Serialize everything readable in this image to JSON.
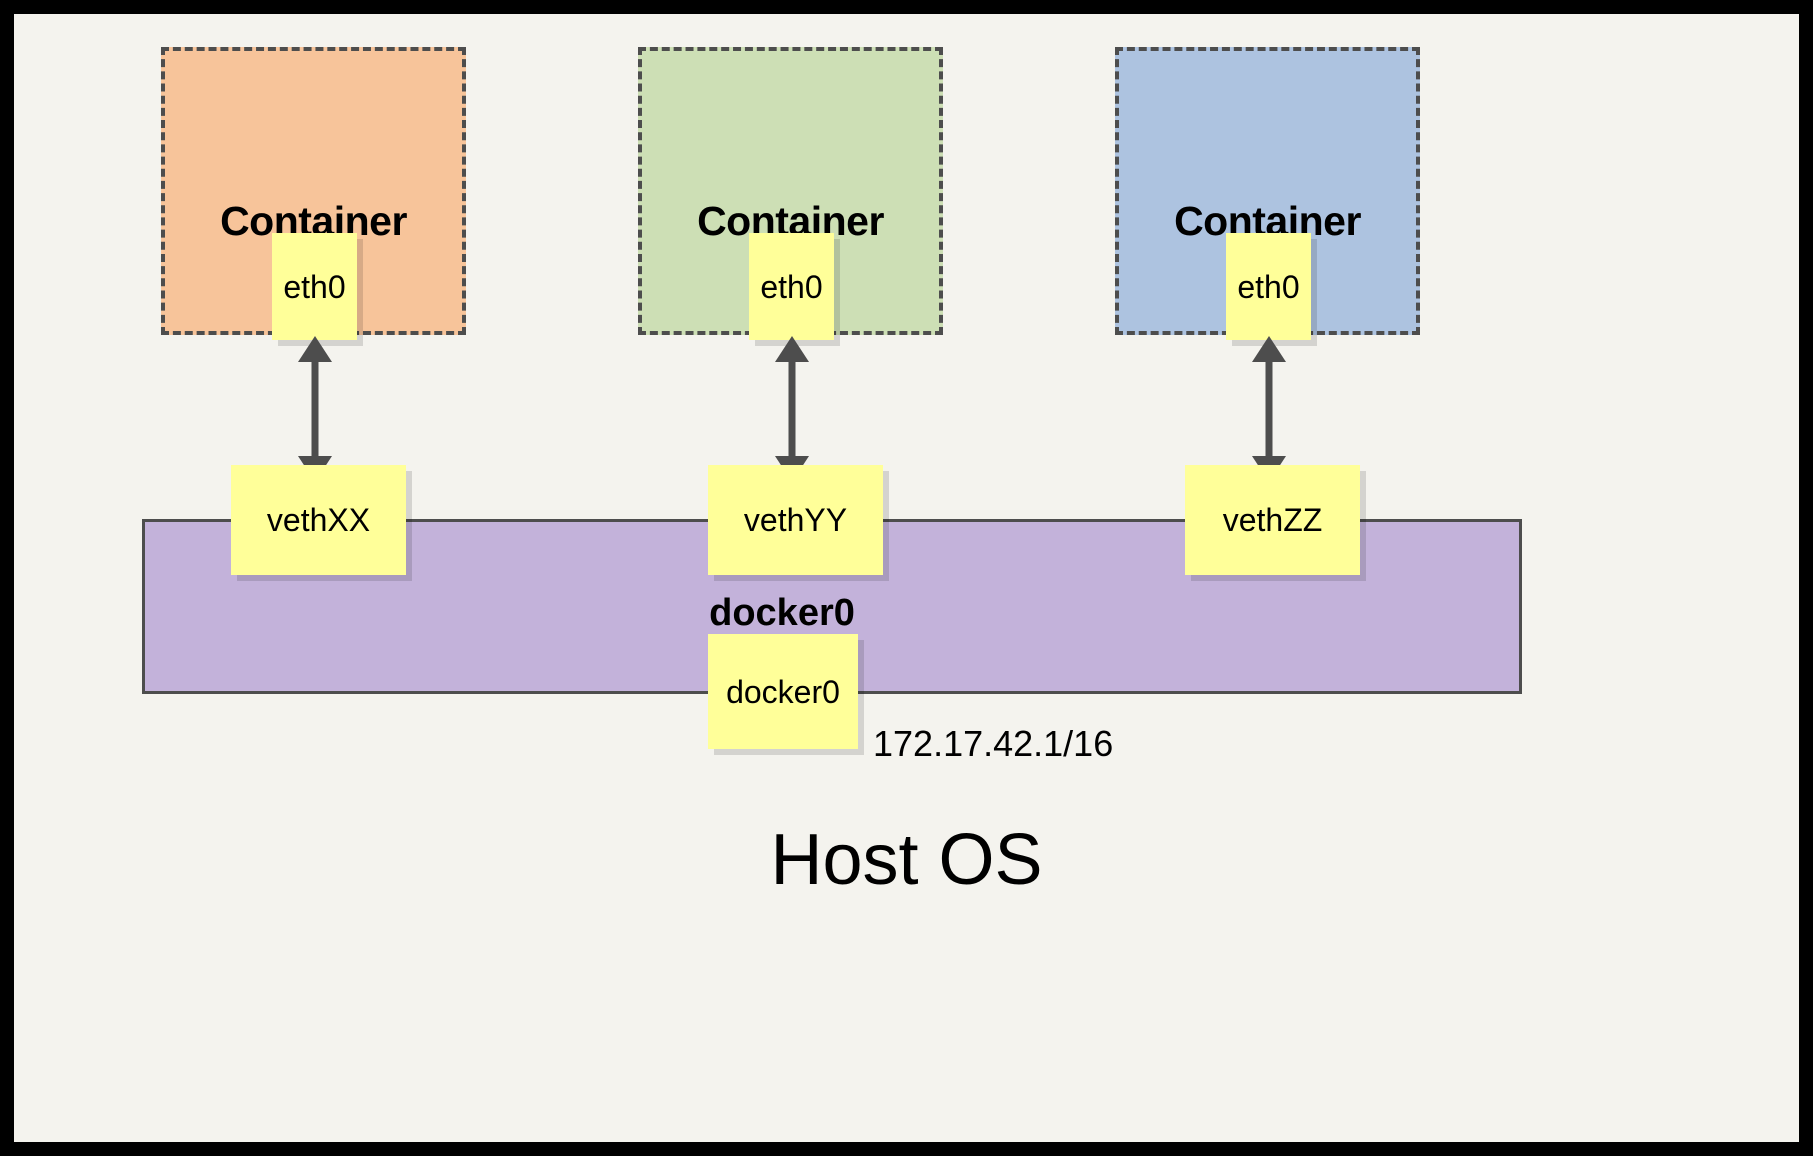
{
  "diagram": {
    "title_text": "Host OS",
    "bridge": {
      "name": "docker0",
      "label": "docker0",
      "ip": "172.17.42.1/16",
      "fill_color": "#c3b2da",
      "stroke_color": "#4d4d4d"
    },
    "containers": [
      {
        "label": "Container",
        "interface_label": "eth0",
        "fill_color": "#f7c49a",
        "border_color": "#4d4d4d",
        "veth_label": "vethXX"
      },
      {
        "label": "Container",
        "interface_label": "eth0",
        "fill_color": "#cddfb5",
        "border_color": "#4d4d4d",
        "veth_label": "vethYY"
      },
      {
        "label": "Container",
        "interface_label": "eth0",
        "fill_color": "#adc3e0",
        "border_color": "#4d4d4d",
        "veth_label": "vethZZ"
      }
    ],
    "colors": {
      "page_background": "#f4f3ee",
      "frame": "#000000",
      "note_fill": "#ffff99",
      "arrow": "#4d4d4d",
      "text": "#000000"
    },
    "arrows": [
      {
        "from": "eth0",
        "to": "vethXX",
        "style": "double-headed"
      },
      {
        "from": "eth0",
        "to": "vethYY",
        "style": "double-headed"
      },
      {
        "from": "eth0",
        "to": "vethZZ",
        "style": "double-headed"
      }
    ]
  }
}
